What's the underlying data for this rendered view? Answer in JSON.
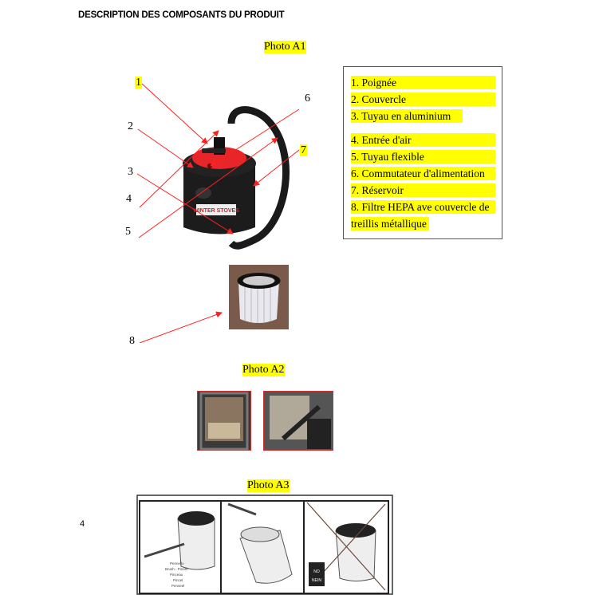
{
  "heading": "DESCRIPTION DES COMPOSANTS DU PRODUIT",
  "photo_labels": {
    "a1": "Photo A1",
    "a2": "Photo A2",
    "a3": "Photo A3"
  },
  "callouts": [
    "1",
    "2",
    "3",
    "4",
    "5",
    "6",
    "7",
    "8"
  ],
  "legend": [
    "1. Poignée",
    "2. Couvercle",
    "3. Tuyau en aluminium",
    "4. Entrée d'air",
    "5. Tuyau flexible",
    "6. Commutateur d'alimentation",
    "7. Réservoir",
    "8. Filtre HEPA ave couvercle de",
    "treillis métallique"
  ],
  "product_logo": "WINTER STOVES",
  "a3_panel": {
    "brush_labels": [
      "Pennello",
      "Brush - Pinsel",
      "Pinceau",
      "Pincel",
      "Penseel"
    ],
    "warning": [
      "NO",
      "NEIN"
    ]
  },
  "page_number": "4",
  "colors": {
    "highlight": "#ffff00",
    "arrow": "#ff2020",
    "vacuum_red": "#e8262a"
  }
}
